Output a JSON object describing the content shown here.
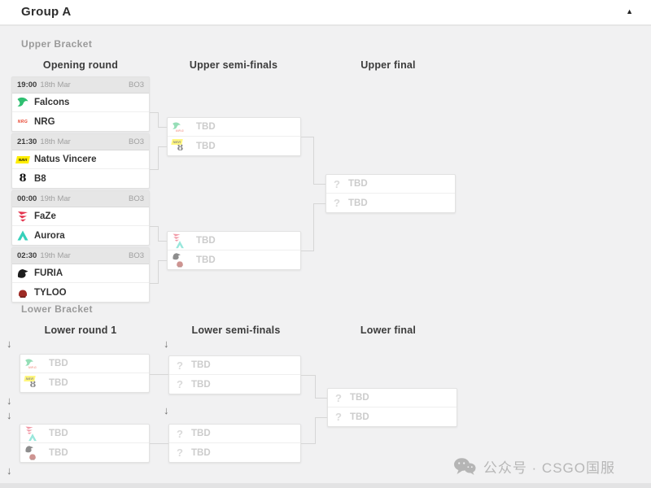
{
  "header": {
    "title": "Group A"
  },
  "icons": {
    "collapse": "▲",
    "drop_arrow": "↓",
    "placeholder": "?"
  },
  "placeholders": {
    "tbd": "TBD"
  },
  "colors": {
    "background": "#f1f1f2",
    "card": "#ffffff",
    "card_header": "#e6e6e6",
    "connector": "#d6d6d6",
    "tbd_text": "#cccccc"
  },
  "teams": {
    "falcons": {
      "name": "Falcons",
      "color": "#2fbf71"
    },
    "nrg": {
      "name": "NRG",
      "mark": "NRG",
      "color": "#e8442f"
    },
    "navi": {
      "name": "Natus Vincere",
      "mark": "NAVI",
      "color": "#ffee00"
    },
    "b8": {
      "name": "B8",
      "mark": "8",
      "color": "#141414"
    },
    "faze": {
      "name": "FaZe",
      "color": "#e4344e"
    },
    "aurora": {
      "name": "Aurora",
      "color": "#35d0ba"
    },
    "furia": {
      "name": "FURIA",
      "color": "#1d1d1d"
    },
    "tyloo": {
      "name": "TYLOO",
      "color": "#9e2b25"
    }
  },
  "upper": {
    "label": "Upper Bracket",
    "columns": [
      "Opening round",
      "Upper semi-finals",
      "Upper final"
    ],
    "matches": [
      {
        "time": "19:00",
        "date": "18th Mar",
        "format": "BO3"
      },
      {
        "time": "21:30",
        "date": "18th Mar",
        "format": "BO3"
      },
      {
        "time": "00:00",
        "date": "19th Mar",
        "format": "BO3"
      },
      {
        "time": "02:30",
        "date": "19th Mar",
        "format": "BO3"
      }
    ]
  },
  "lower": {
    "label": "Lower Bracket",
    "columns": [
      "Lower round 1",
      "Lower semi-finals",
      "Lower final"
    ]
  },
  "watermark": {
    "text": "公众号 · CSGO国服"
  }
}
